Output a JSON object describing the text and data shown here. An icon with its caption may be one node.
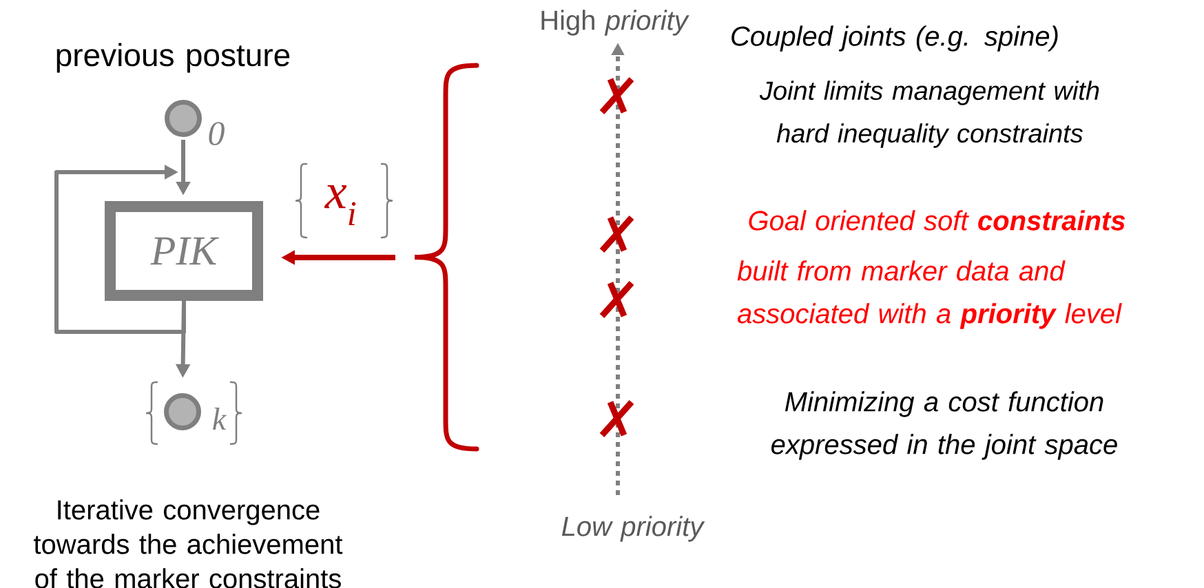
{
  "diagram": {
    "nodes": [
      {
        "text": [],
        "shape": "circle",
        "beside": [
          "0"
        ]
      },
      {
        "text": [
          "PIK"
        ]
      },
      {
        "text": [],
        "shape": "circle",
        "beside": [
          "k"
        ]
      }
    ],
    "edges": [
      {
        "from": 0,
        "to": 1,
        "arrow": "to"
      },
      {
        "from": 1,
        "to": 2,
        "arrow": "to"
      },
      {
        "from": 1,
        "to": 1,
        "arrow": "to"
      },
      {
        "from": null,
        "to": 1,
        "arrow": "to",
        "label": "x$_{i}$",
        "color": "#c00000"
      }
    ],
    "labels": [
      "previous posture",
      "High *priority*",
      "Coupled joints (e.g. spine)",
      "Joint limits management with hard inequality constraints",
      "Goal oriented soft **constraints**",
      "built from marker data and associated with a **priority** level",
      "Minimizing a cost function expressed in the joint space",
      "Low priority",
      "Iterative convergence towards the achievement of the marker constraints"
    ]
  }
}
